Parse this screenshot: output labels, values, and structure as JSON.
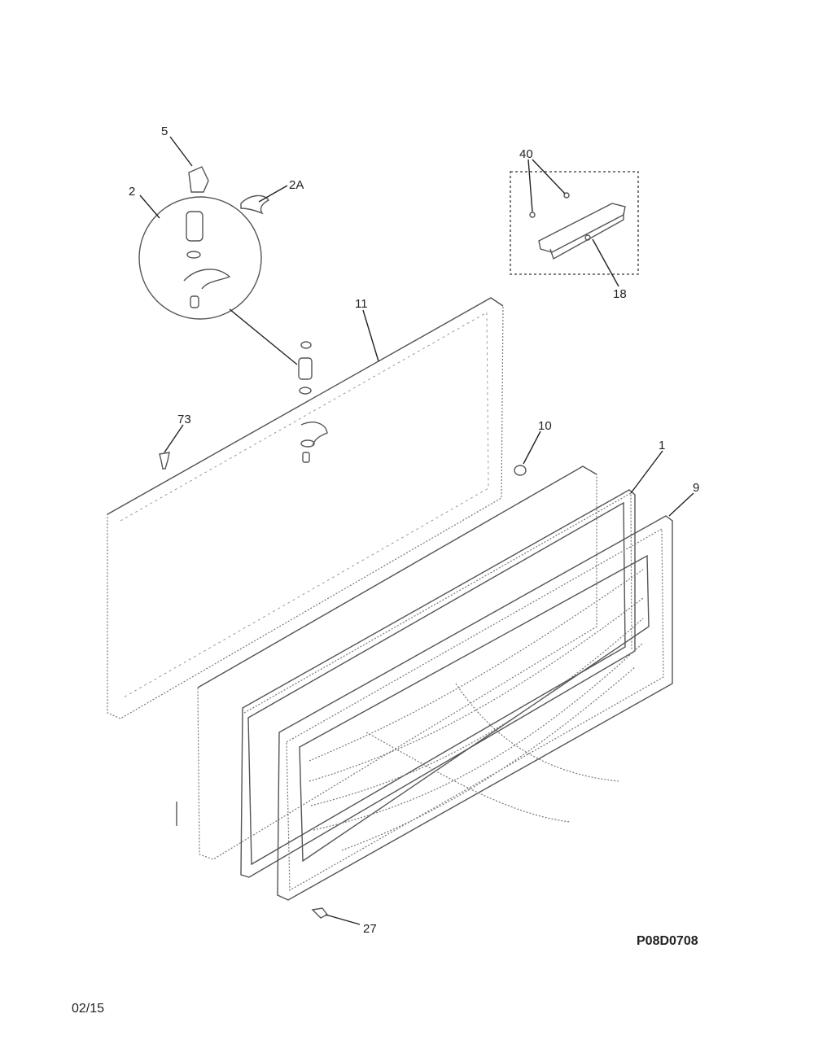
{
  "diagram": {
    "callouts": {
      "c5": "5",
      "c2": "2",
      "c2a": "2A",
      "c11": "11",
      "c73": "73",
      "c40": "40",
      "c18": "18",
      "c10": "10",
      "c1": "1",
      "c9": "9",
      "c27": "27"
    },
    "drawing_code": "P08D0708",
    "date_code": "02/15"
  }
}
